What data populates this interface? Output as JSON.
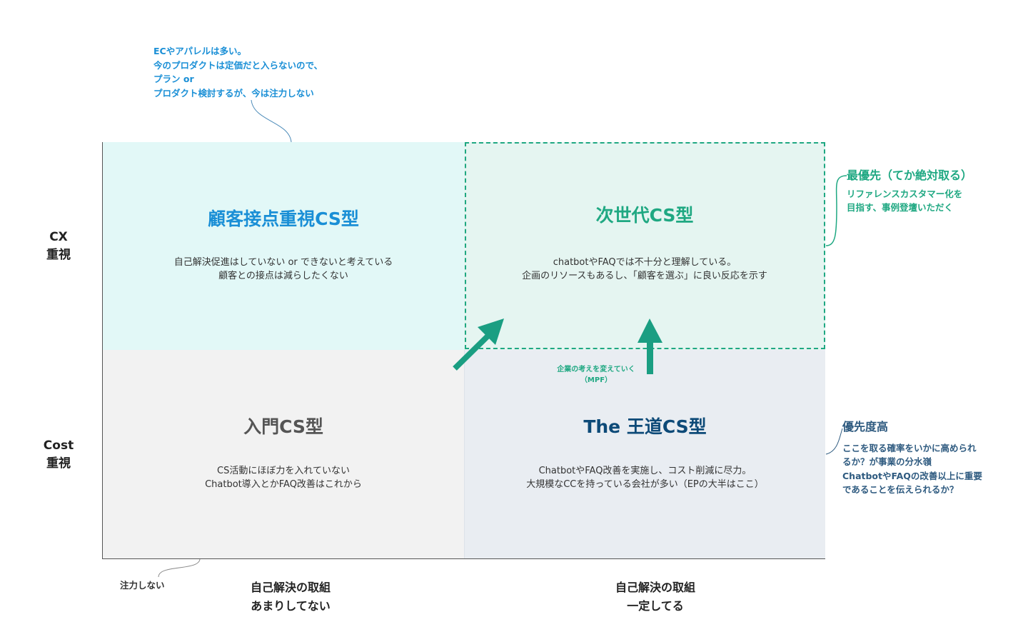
{
  "quadrants": {
    "top_left": {
      "title": "顧客接点重視CS型",
      "desc": [
        "自己解決促進はしていない or できないと考えている",
        "顧客との接点は減らしたくない"
      ]
    },
    "top_right": {
      "title": "次世代CS型",
      "desc": [
        "chatbotやFAQでは不十分と理解している。",
        "企画のリソースもあるし、「顧客を選ぶ」に良い反応を示す"
      ]
    },
    "bottom_left": {
      "title": "入門CS型",
      "desc": [
        "CS活動にほぼ力を入れていない",
        "Chatbot導入とかFAQ改善はこれから"
      ]
    },
    "bottom_right": {
      "title": "The 王道CS型",
      "desc": [
        "ChatbotやFAQ改善を実施し、コスト削減に尽力。",
        "大規模なCCを持っている会社が多い（EPの大半はここ）"
      ]
    }
  },
  "y_axis": {
    "top": [
      "CX",
      "重視"
    ],
    "bottom": [
      "Cost",
      "重視"
    ]
  },
  "x_axis": {
    "left": [
      "自己解決の取組",
      "あまりしてない"
    ],
    "right": [
      "自己解決の取組",
      "一定してる"
    ]
  },
  "notes": {
    "top_left": [
      "ECやアパレルは多い。",
      "今のプロダクトは定価だと入らないので、",
      "プラン or",
      "プロダクト検討するが、今は注力しない"
    ],
    "no_focus": "注力しない",
    "top_right": {
      "heading": "最優先（てか絶対取る）",
      "lines": [
        "リファレンスカスタマー化を",
        "目指す、事例登壇いただく"
      ]
    },
    "bottom_right": {
      "heading": "優先度高",
      "lines": [
        "ここを取る確率をいかに高められ",
        "るか？が事業の分水嶺",
        "ChatbotやFAQの改善以上に重要",
        "であることを伝えられるか？"
      ]
    },
    "arrow_label": [
      "企業の考えを変えていく",
      "（MPF）"
    ]
  },
  "colors": {
    "teal": "#1fa882",
    "blue": "#1a8fd6",
    "navy": "#0d4a78",
    "gray": "#555555",
    "slate": "#2f5b80"
  }
}
